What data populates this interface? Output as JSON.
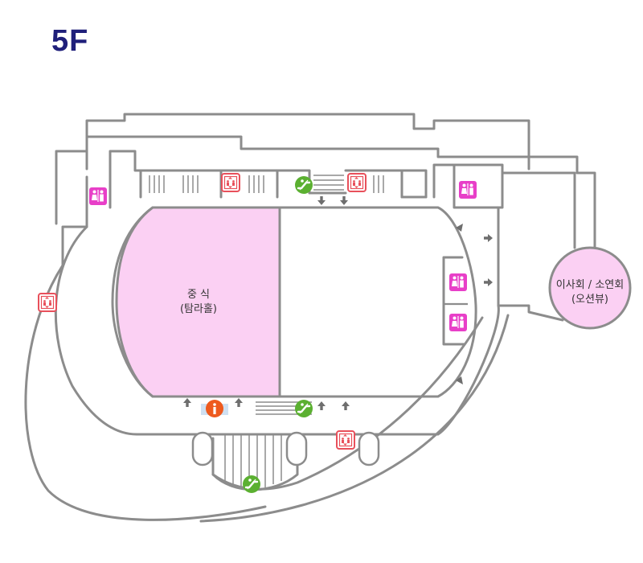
{
  "floor": {
    "label": "5F"
  },
  "rooms": {
    "chinese_restaurant": {
      "name": "중 식",
      "subname": "(탐라홀)",
      "color": "#fbd0f3"
    },
    "board_room": {
      "name": "이사회 / 소연회",
      "subname": "(오션뷰)",
      "color": "#fbd0f3"
    }
  },
  "colors": {
    "wall": "#8c8c8c",
    "restroom_icon": "#e83fc8",
    "elevator_icon": "#e8505b",
    "escalator_icon": "#5bb031",
    "info_icon": "#ee5a1e",
    "floor_label": "#1f1f7a"
  },
  "icons": {
    "restroom": "restroom-icon",
    "elevator": "elevator-icon",
    "escalator": "escalator-icon",
    "info": "information-icon",
    "arrow": "direction-arrow-icon"
  }
}
